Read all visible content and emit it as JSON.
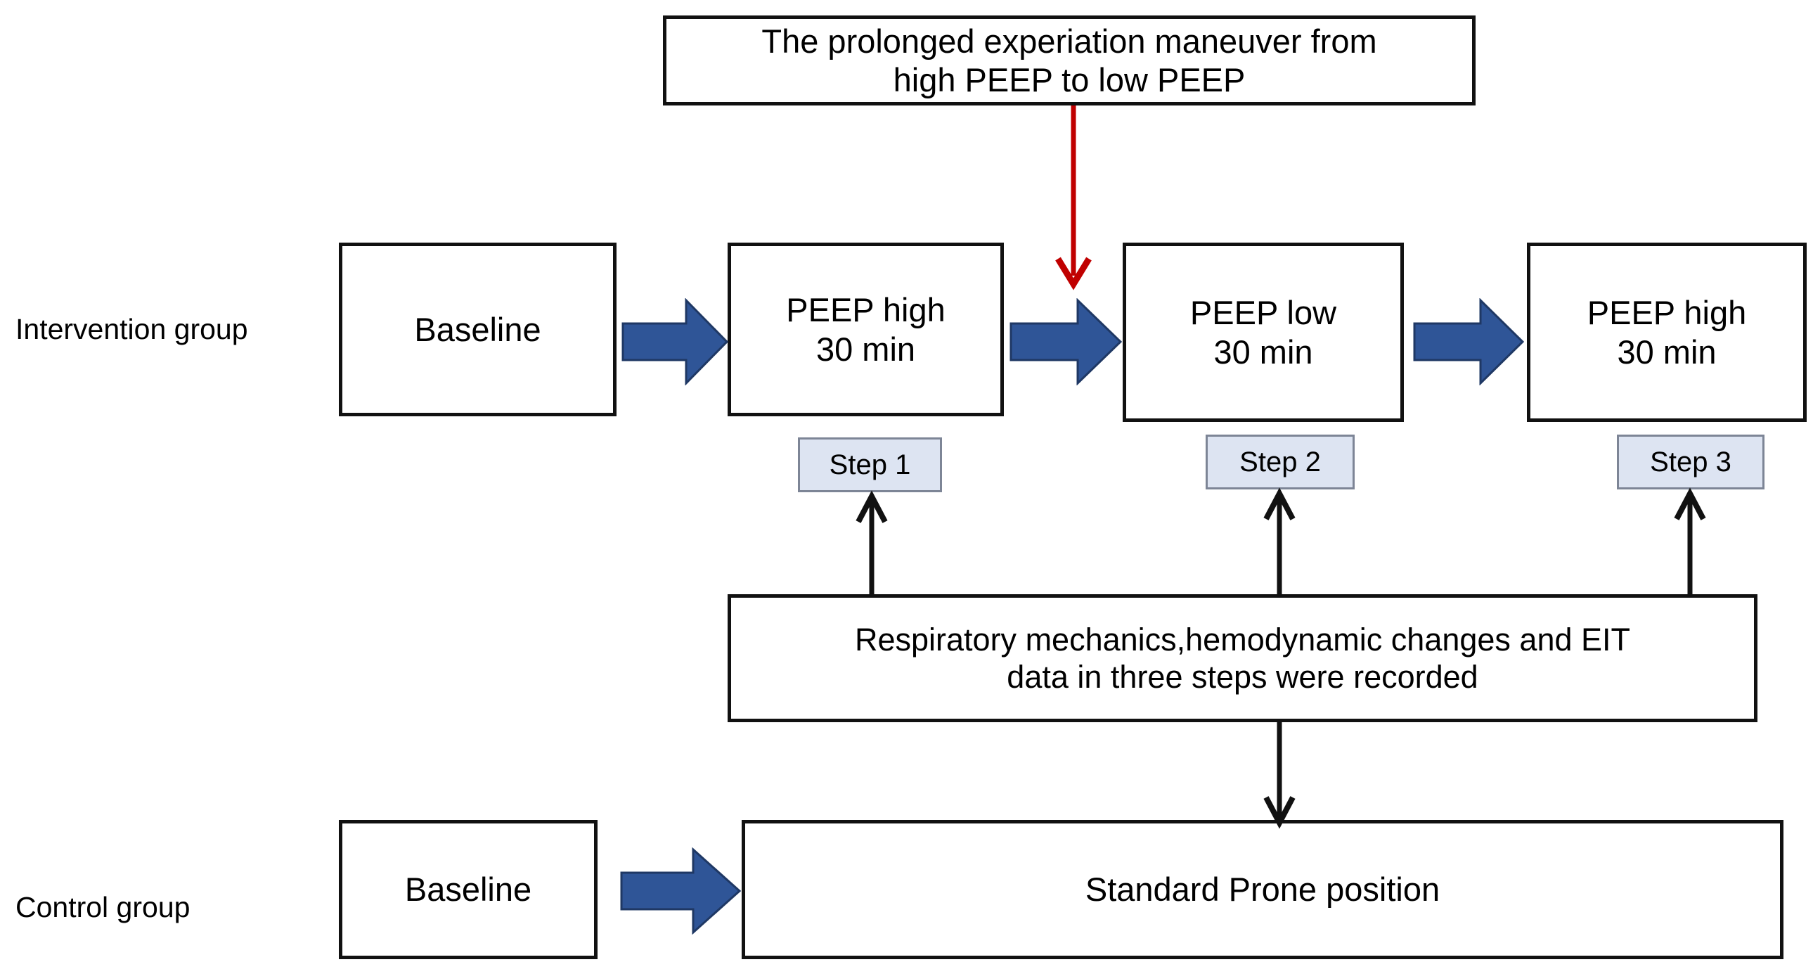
{
  "diagram": {
    "title_box": {
      "text": "The prolonged experiation maneuver from\nhigh PEEP to low PEEP"
    },
    "rows": [
      {
        "label": "Intervention group",
        "boxes": [
          {
            "text": "Baseline"
          },
          {
            "text": "PEEP high\n30 min"
          },
          {
            "text": "PEEP low\n30 min"
          },
          {
            "text": "PEEP high\n30 min"
          }
        ]
      },
      {
        "label": "Control group",
        "boxes": [
          {
            "text": "Baseline"
          },
          {
            "text": "Standard Prone position"
          }
        ]
      }
    ],
    "step_badges": [
      {
        "text": "Step 1"
      },
      {
        "text": "Step 2"
      },
      {
        "text": "Step 3"
      }
    ],
    "data_box": {
      "text": "Respiratory mechanics,hemodynamic changes and EIT\ndata in three steps were recorded"
    },
    "colors": {
      "arrow_blue_fill": "#2f5597",
      "arrow_blue_stroke": "#1f3864",
      "maneuver_arrow_red": "#c00000",
      "box_border": "#111111",
      "step_fill": "#dde4f2",
      "step_border": "#7d8596",
      "connector_black": "#111111",
      "background": "#ffffff"
    }
  }
}
